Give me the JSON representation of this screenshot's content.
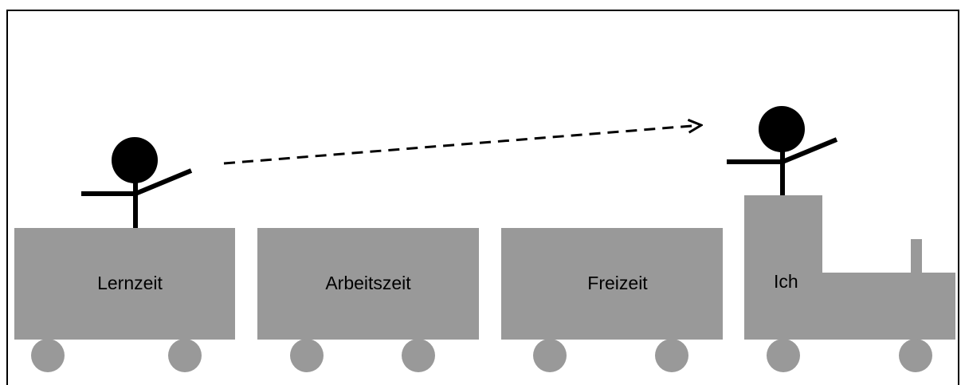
{
  "diagram": {
    "wagons": [
      {
        "label": "Lernzeit"
      },
      {
        "label": "Arbeitszeit"
      },
      {
        "label": "Freizeit"
      }
    ],
    "locomotive": {
      "label": "Ich"
    }
  },
  "colors": {
    "train_fill": "#999999",
    "wheel_fill": "#999999",
    "figure": "#000000",
    "frame": "#000000",
    "background": "#ffffff"
  }
}
